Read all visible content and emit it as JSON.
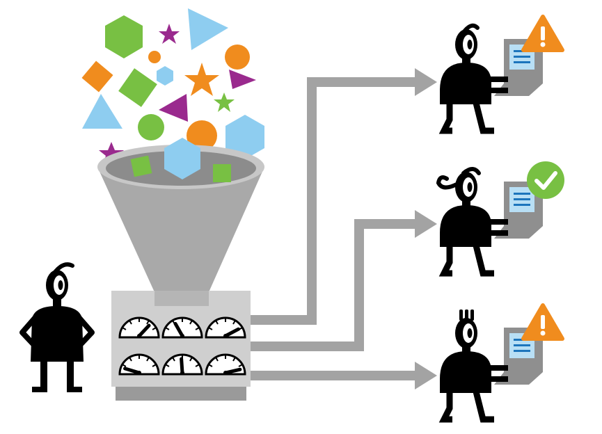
{
  "colors": {
    "ink": "#000000",
    "funnel_dark": "#8c8c8c",
    "funnel_mid": "#a9a9a9",
    "funnel_light": "#c7c7c7",
    "machine_body": "#cfcfcf",
    "machine_base": "#9a9a9a",
    "arrow": "#a3a3a3",
    "laptop_body": "#8f8f8f",
    "screen": "#b8dff5",
    "green": "#78c043",
    "orange": "#f08c1e",
    "purple": "#9a2a8e",
    "blue": "#8ecdf0",
    "alert": "#f08c1e",
    "ok": "#78c043"
  },
  "icons": {
    "funnel": "funnel-icon",
    "machine": "gauge-machine-icon",
    "alert": "warning-triangle-icon",
    "ok": "check-circle-icon"
  },
  "gauges": [
    {
      "level": 0.72
    },
    {
      "level": 0.35
    },
    {
      "level": 0.82
    },
    {
      "level": 0.12
    },
    {
      "level": 0.48
    },
    {
      "level": 0.9
    }
  ],
  "recipients": [
    {
      "status": "alert"
    },
    {
      "status": "ok"
    },
    {
      "status": "alert"
    }
  ]
}
